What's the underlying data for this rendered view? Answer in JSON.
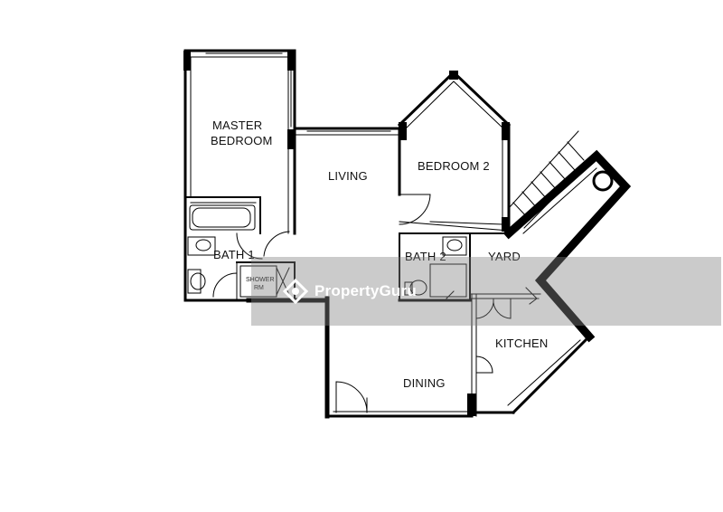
{
  "rooms": {
    "master_bedroom_line1": "MASTER",
    "master_bedroom_line2": "BEDROOM",
    "living": "LIVING",
    "bedroom2": "BEDROOM 2",
    "bath1": "BATH 1",
    "bath2": "BATH 2",
    "yard": "YARD",
    "kitchen": "KITCHEN",
    "dining": "DINING",
    "shower_line1": "SHOWER",
    "shower_line2": "RM"
  },
  "watermark": {
    "brand": "PropertyGuru",
    "logo_icon": "propertyguru-logo-icon"
  }
}
